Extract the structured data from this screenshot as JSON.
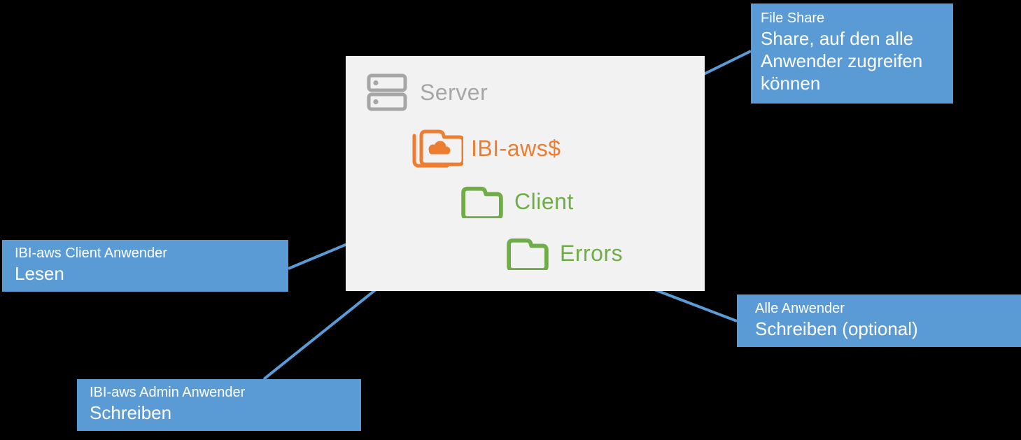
{
  "colors": {
    "background": "#000000",
    "panel_bg": "#f2f2f2",
    "callout_bg": "#5b9bd5",
    "callout_text": "#ffffff",
    "arrow": "#5b9bd5",
    "gray": "#a6a6a6",
    "orange": "#ed7d31",
    "green": "#70ad47"
  },
  "panel": {
    "title": "Server",
    "icon": "server-icon"
  },
  "folders": [
    {
      "label": "IBI-aws$",
      "icon": "cloud-folder-icon",
      "color": "#ed7d31"
    },
    {
      "label": "Client",
      "icon": "folder-icon",
      "color": "#70ad47"
    },
    {
      "label": "Errors",
      "icon": "folder-icon",
      "color": "#70ad47"
    }
  ],
  "callouts": [
    {
      "title": "File Share",
      "body": "Share, auf den alle Anwender zugreifen können",
      "target": "IBI-aws$"
    },
    {
      "title": "IBI-aws Client Anwender",
      "body": "Lesen",
      "target": "Client"
    },
    {
      "title": "IBI-aws Admin Anwender",
      "body": "Schreiben",
      "target": "Client"
    },
    {
      "title": "Alle Anwender",
      "body": "Schreiben (optional)",
      "target": "Errors"
    }
  ],
  "connections": [
    {
      "from": "callout-file-share",
      "to": "folder-ibi-aws"
    },
    {
      "from": "callout-lesen",
      "to": "folder-client"
    },
    {
      "from": "callout-schreiben",
      "to": "folder-client"
    },
    {
      "from": "callout-alle",
      "to": "folder-errors"
    }
  ]
}
